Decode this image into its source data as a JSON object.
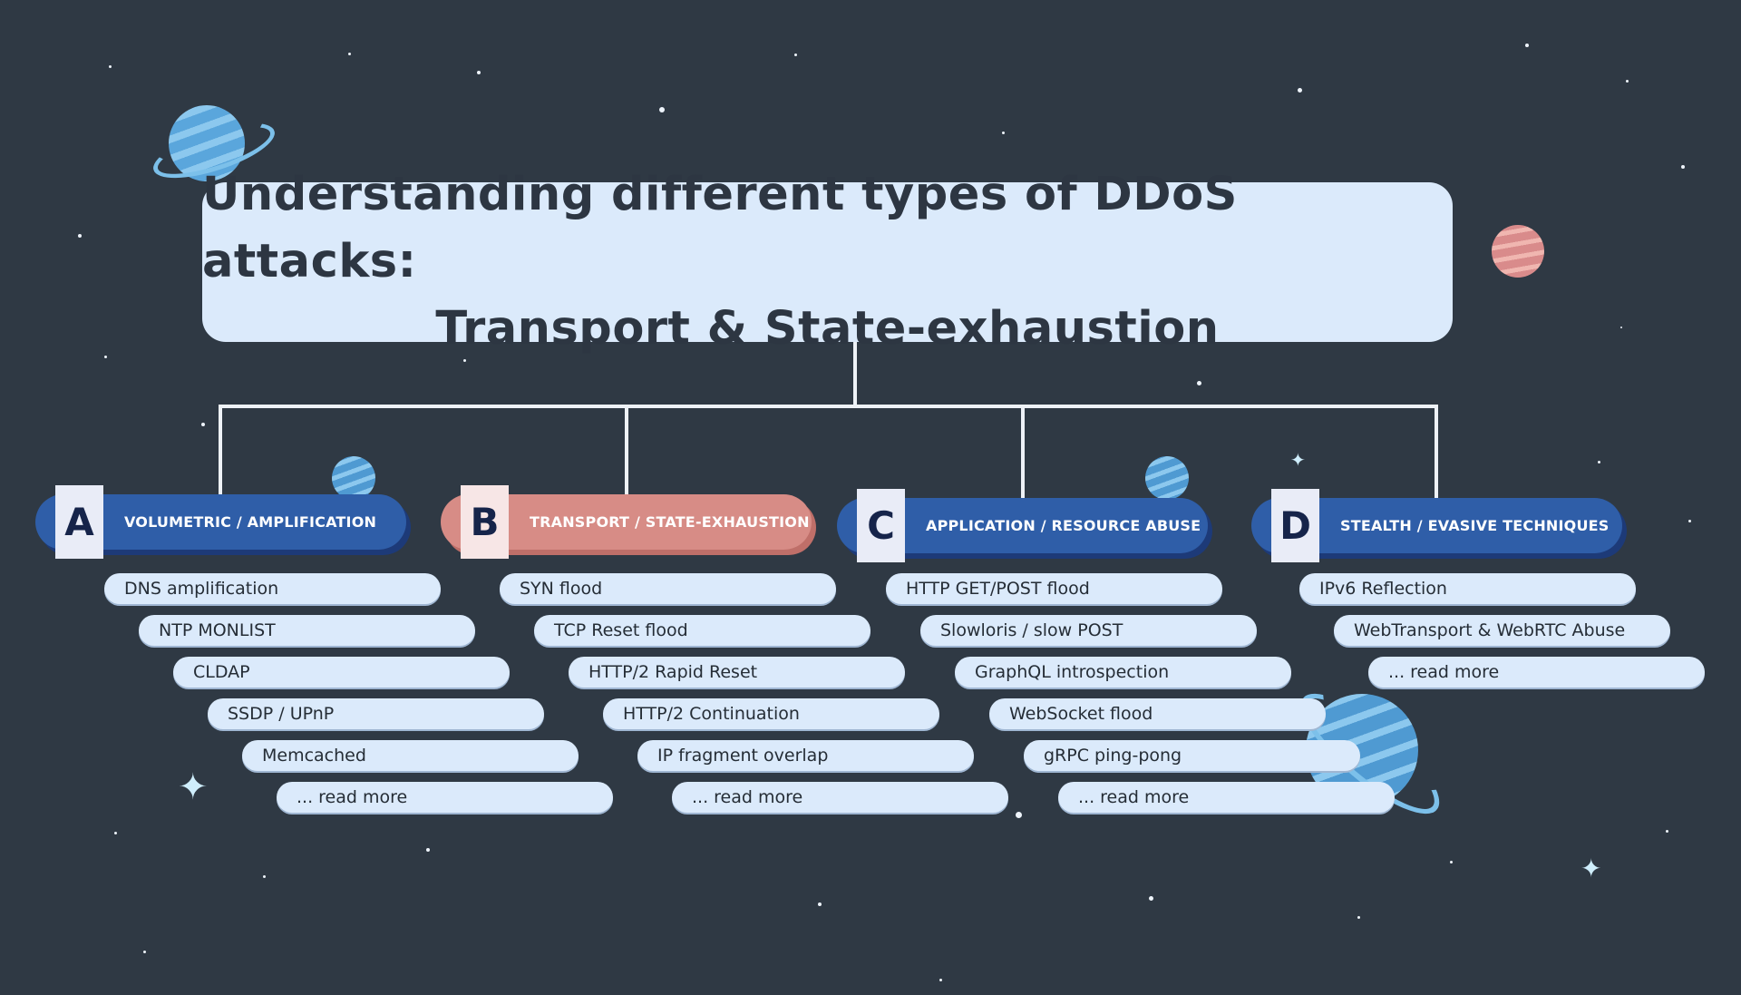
{
  "title": {
    "line1": "Understanding different types of DDoS attacks:",
    "line2": "Transport & State-exhaustion"
  },
  "categories": [
    {
      "letter": "A",
      "label": "VOLUMETRIC / AMPLIFICATION",
      "items": [
        "DNS amplification",
        "NTP MONLIST",
        "CLDAP",
        "SSDP / UPnP",
        "Memcached",
        "... read more"
      ]
    },
    {
      "letter": "B",
      "label": "TRANSPORT / STATE-EXHAUSTION",
      "items": [
        "SYN flood",
        "TCP Reset flood",
        "HTTP/2 Rapid Reset",
        "HTTP/2 Continuation",
        "IP fragment overlap",
        "... read more"
      ]
    },
    {
      "letter": "C",
      "label": "APPLICATION / RESOURCE ABUSE",
      "items": [
        "HTTP GET/POST flood",
        "Slowloris / slow POST",
        "GraphQL introspection",
        "WebSocket flood",
        "gRPC ping-pong",
        "... read more"
      ]
    },
    {
      "letter": "D",
      "label": "STEALTH / EVASIVE TECHNIQUES",
      "items": [
        "IPv6 Reflection",
        "WebTransport & WebRTC Abuse",
        "... read more"
      ]
    }
  ],
  "colors": {
    "background": "#2f3944",
    "blue": "#2f5ea8",
    "pink": "#d78c86",
    "light": "#dbeafb"
  }
}
